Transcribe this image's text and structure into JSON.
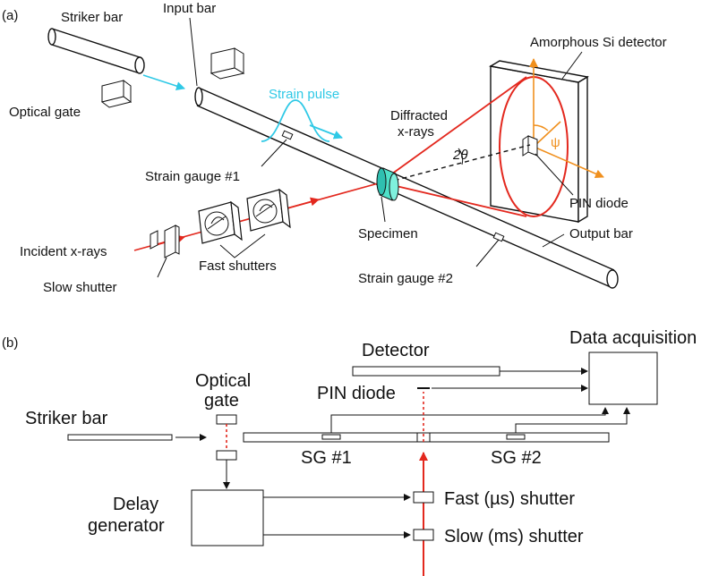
{
  "panel_a": {
    "tag": "(a)",
    "striker_bar": "Striker bar",
    "input_bar": "Input bar",
    "optical_gate": "Optical gate",
    "strain_pulse": "Strain pulse",
    "diffracted_1": "Diffracted",
    "diffracted_2": "x-rays",
    "two_theta": "2θ",
    "psi": "ψ",
    "amorphous_detector": "Amorphous Si detector",
    "strain_gauge_1": "Strain gauge #1",
    "pin_diode": "PIN diode",
    "specimen": "Specimen",
    "output_bar": "Output bar",
    "incident_xrays": "Incident x-rays",
    "fast_shutters": "Fast shutters",
    "slow_shutter": "Slow shutter",
    "strain_gauge_2": "Strain gauge #2"
  },
  "panel_b": {
    "tag": "(b)",
    "detector": "Detector",
    "data_acquisition": "Data acquisition",
    "optical_gate_1": "Optical",
    "optical_gate_2": "gate",
    "pin_diode": "PIN diode",
    "striker_bar": "Striker bar",
    "sg1": "SG #1",
    "sg2": "SG #2",
    "delay_1": "Delay",
    "delay_2": "generator",
    "fast_shutter": "Fast (µs) shutter",
    "slow_shutter": "Slow (ms) shutter"
  },
  "colors": {
    "xray_red": "#e3281e",
    "strain_cyan": "#2fc9e6",
    "angle_orange": "#f0901e",
    "specimen_fill": "#4fe0c8"
  }
}
